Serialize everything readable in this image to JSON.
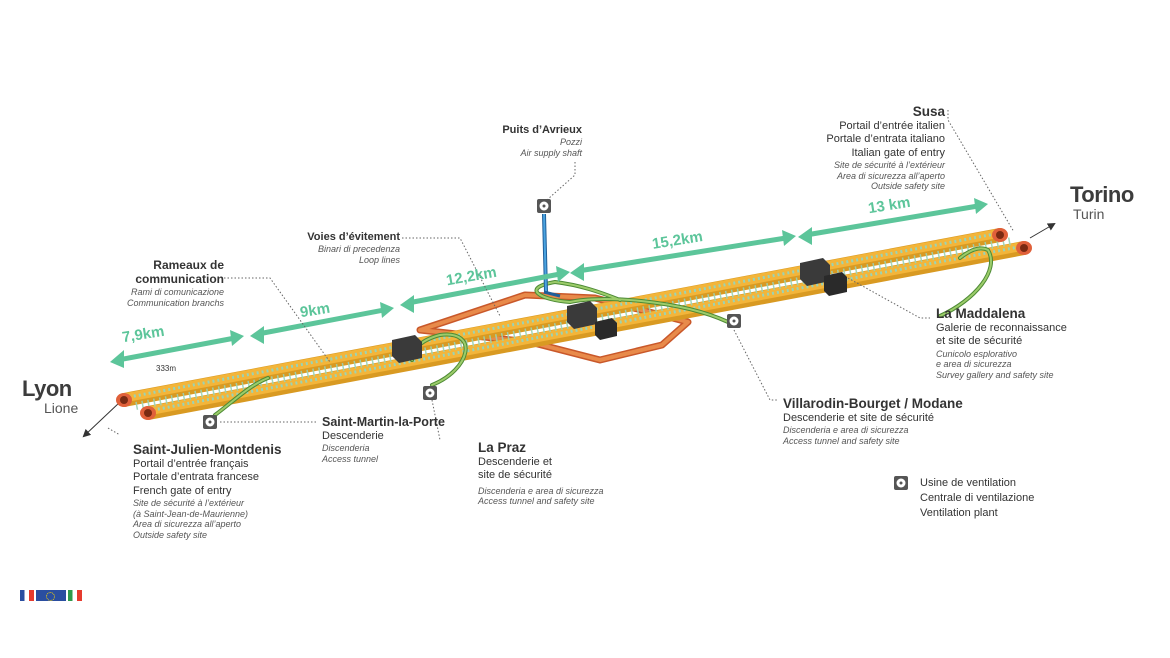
{
  "colors": {
    "tube": "#f3b53a",
    "tube_dark": "#d99a22",
    "rails": "#9bd3b4",
    "portal": "#e0603a",
    "loop": "#e88a4a",
    "shaft_blue": "#2f80c8",
    "gallery_green": "#7dbb5a",
    "distance_arrow": "#5cc59a",
    "station_box": "#3a3a3a"
  },
  "endpoints": {
    "lyon": {
      "name": "Lyon",
      "alt": "Lione"
    },
    "torino": {
      "name": "Torino",
      "alt": "Turin"
    }
  },
  "distances": [
    "7,9km",
    "9km",
    "12,2km",
    "15,2km",
    "13 km"
  ],
  "gauge_label": "333m",
  "sites": {
    "saint_julien": {
      "title": "Saint-Julien-Montdenis",
      "lines": [
        "Portail d’entrée français",
        "Portale d’entrata francese",
        "French gate of entry"
      ],
      "italic": [
        "Site de sécurité à l’extérieur",
        "(à Saint-Jean-de-Maurienne)",
        "Area di sicurezza all’aperto",
        "Outside safety site"
      ]
    },
    "rameaux": {
      "title": "Rameaux de communication",
      "title_lines": [
        "Rameaux de",
        "communication"
      ],
      "italic": [
        "Rami di comunicazione",
        "Communication branchs"
      ]
    },
    "saint_martin": {
      "title": "Saint-Martin-la-Porte",
      "lines": [
        "Descenderie"
      ],
      "italic": [
        "Discenderia",
        "Access tunnel"
      ]
    },
    "voies": {
      "title": "Voies d’évitement",
      "italic": [
        "Binari di precedenza",
        "Loop lines"
      ]
    },
    "puits": {
      "title": "Puits d’Avrieux",
      "italic": [
        "Pozzi",
        "Air supply shaft"
      ]
    },
    "la_praz": {
      "title": "La Praz",
      "lines": [
        "Descenderie et",
        "site de sécurité"
      ],
      "italic": [
        "Discenderia e area di sicurezza",
        "Access tunnel and safety site"
      ]
    },
    "villarodin": {
      "title": "Villarodin-Bourget / Modane",
      "lines": [
        "Descenderie et site de sécurité"
      ],
      "italic": [
        "Discenderia e area di sicurezza",
        "Access tunnel and safety site"
      ]
    },
    "susa": {
      "title": "Susa",
      "lines": [
        "Portail d’entrée italien",
        "Portale d’entrata italiano",
        "Italian gate of entry"
      ],
      "italic": [
        "Site de sécurité à l’extérieur",
        "Area di sicurezza all’aperto",
        "Outside safety site"
      ]
    },
    "maddalena": {
      "title": "La Maddalena",
      "lines": [
        "Galerie de reconnaissance",
        "et site de sécurité"
      ],
      "italic": [
        "Cunicolo esplorativo",
        "e area di sicurezza",
        "Survey gallery and safety site"
      ]
    }
  },
  "legend": {
    "icon": "ventilation-fan-icon",
    "lines": [
      "Usine de ventilation",
      "Centrale di ventilazione",
      "Ventilation plant"
    ]
  },
  "flags": {
    "france": [
      "#2a4ea0",
      "#ffffff",
      "#e63b2e"
    ],
    "eu": [
      "#2a4ea0",
      "#ffd800"
    ],
    "italy": [
      "#2e9a4a",
      "#ffffff",
      "#e63b2e"
    ]
  }
}
